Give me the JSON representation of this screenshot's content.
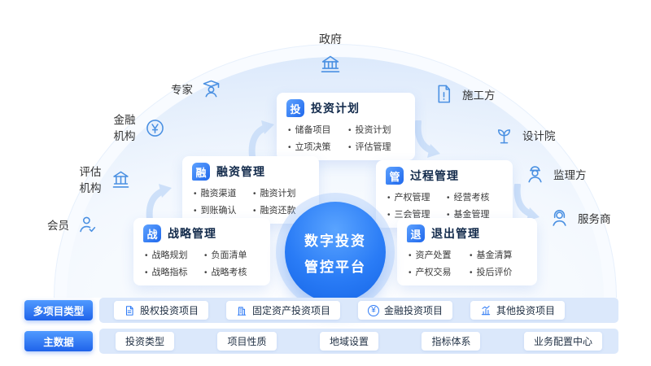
{
  "colors": {
    "primary": "#2F7BF5",
    "bar_bg": "#DBE8FB",
    "dome_edge": "#D3E4FA",
    "arrow": "#CDE0F9"
  },
  "center": {
    "line1": "数字投资",
    "line2": "管控平台"
  },
  "stakeholders": [
    {
      "name": "政府",
      "icon": "government-icon"
    },
    {
      "name": "专家",
      "icon": "expert-icon"
    },
    {
      "name": "施工方",
      "icon": "construction-icon"
    },
    {
      "name": "金融机构",
      "icon": "financial-institution-icon"
    },
    {
      "name": "设计院",
      "icon": "design-institute-icon"
    },
    {
      "name": "评估机构",
      "icon": "evaluation-agency-icon"
    },
    {
      "name": "监理方",
      "icon": "supervisor-icon"
    },
    {
      "name": "会员",
      "icon": "member-icon"
    },
    {
      "name": "服务商",
      "icon": "service-provider-icon"
    }
  ],
  "cards": [
    {
      "badge": "投",
      "title": "投资计划",
      "items": [
        "储备项目",
        "投资计划",
        "立项决策",
        "评估管理"
      ]
    },
    {
      "badge": "融",
      "title": "融资管理",
      "items": [
        "融资渠道",
        "融资计划",
        "到账确认",
        "融资还款"
      ]
    },
    {
      "badge": "管",
      "title": "过程管理",
      "items": [
        "产权管理",
        "经营考核",
        "三会管理",
        "基金管理"
      ]
    },
    {
      "badge": "战",
      "title": "战略管理",
      "items": [
        "战略规划",
        "负面清单",
        "战略指标",
        "战略考核"
      ]
    },
    {
      "badge": "退",
      "title": "退出管理",
      "items": [
        "资产处置",
        "基金清算",
        "产权交易",
        "投后评价"
      ]
    }
  ],
  "bottom_rows": [
    {
      "label": "多项目类型",
      "items": [
        "股权投资项目",
        "固定资产投资项目",
        "金融投资项目",
        "其他投资项目"
      ]
    },
    {
      "label": "主数据",
      "items": [
        "投资类型",
        "项目性质",
        "地域设置",
        "指标体系",
        "业务配置中心"
      ]
    }
  ]
}
